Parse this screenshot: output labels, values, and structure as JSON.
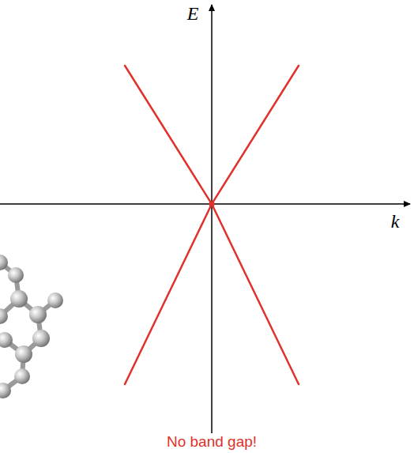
{
  "diagram": {
    "labels": [
      "E",
      "k",
      "No band gap!"
    ]
  }
}
